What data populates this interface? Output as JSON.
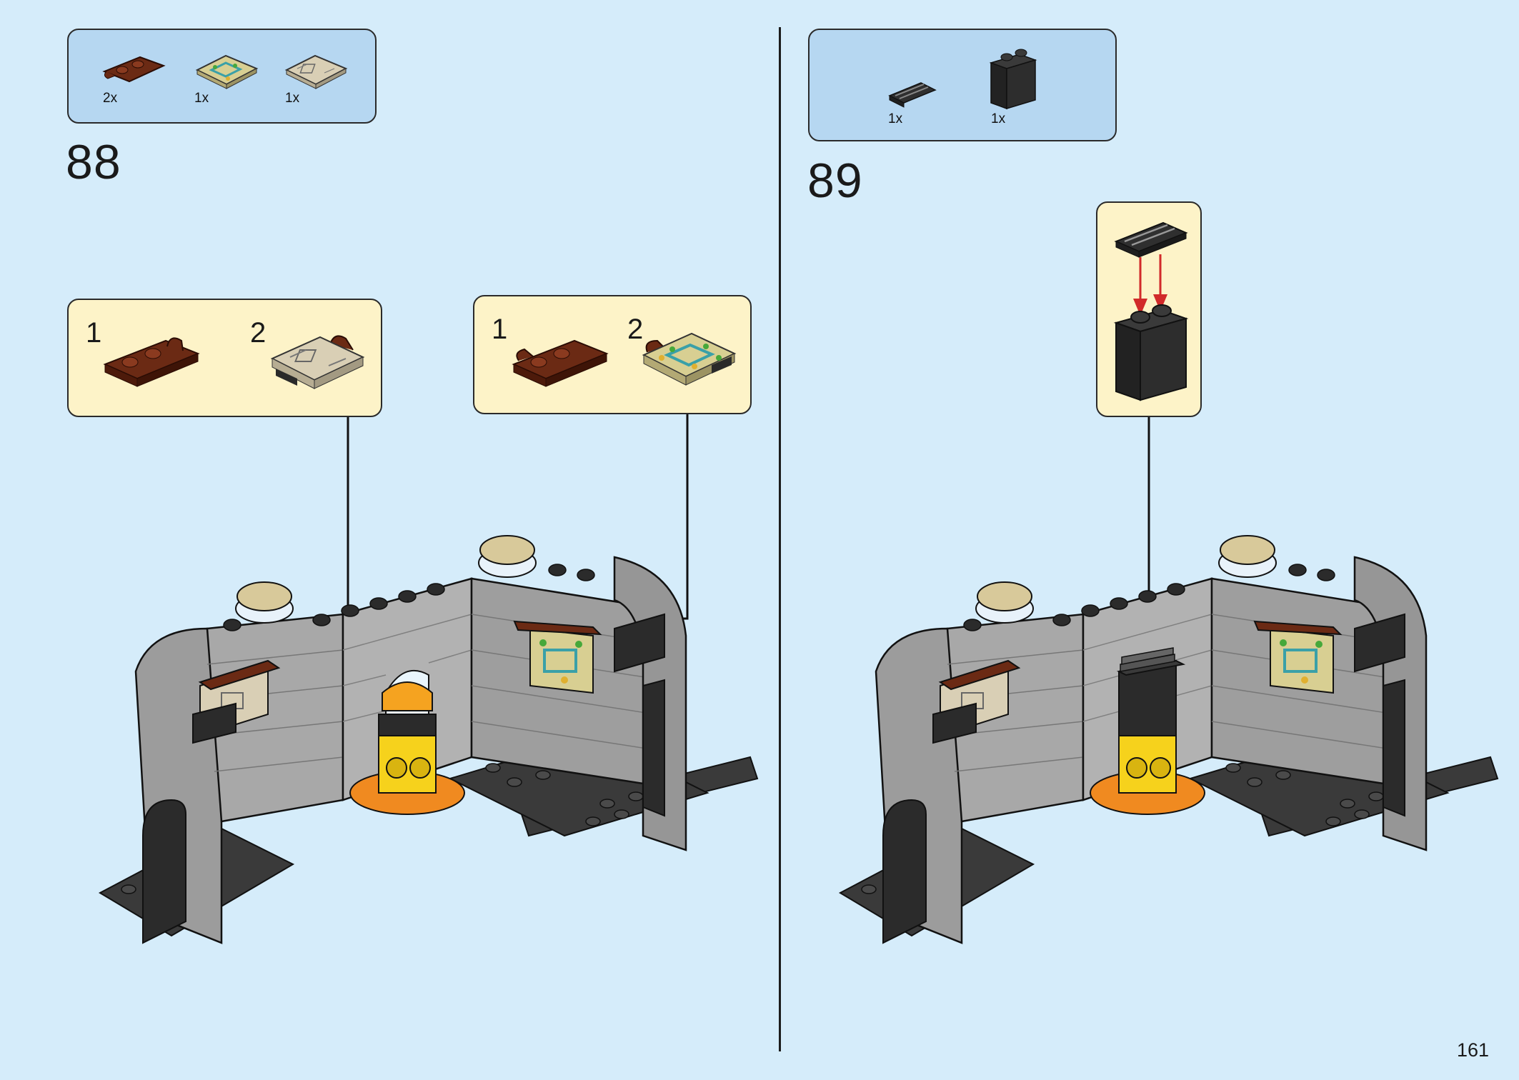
{
  "page": {
    "number": "161"
  },
  "steps": [
    {
      "number": "88",
      "parts": [
        {
          "qty": "2x",
          "icon": "brown-clip-plate-icon"
        },
        {
          "qty": "1x",
          "icon": "map-tile-icon"
        },
        {
          "qty": "1x",
          "icon": "printed-tan-tile-icon"
        }
      ],
      "subassemblies": [
        {
          "steps": [
            "1",
            "2"
          ]
        },
        {
          "steps": [
            "1",
            "2"
          ]
        }
      ]
    },
    {
      "number": "89",
      "parts": [
        {
          "qty": "1x",
          "icon": "grille-plate-icon"
        },
        {
          "qty": "1x",
          "icon": "black-brick-icon"
        }
      ]
    }
  ],
  "colors": {
    "background": "#d5ecfa",
    "parts_box": "#b6d7f1",
    "subassembly_box": "#fdf3c8",
    "arrow_red": "#d12a2a",
    "brick_gray": "#a4a4a4",
    "brick_dark": "#2b2b2b"
  }
}
